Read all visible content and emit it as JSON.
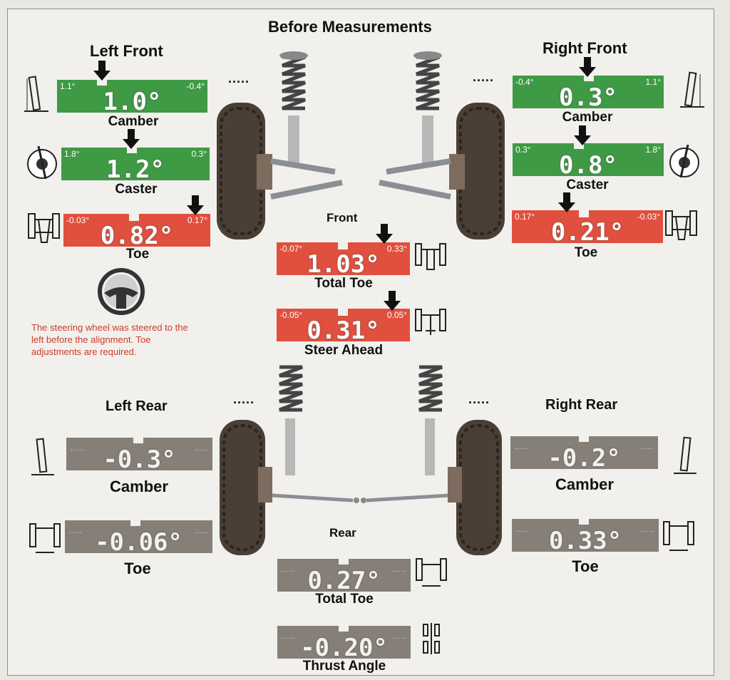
{
  "title": "Before Measurements",
  "front": {
    "label": "Front",
    "left_head": "Left Front",
    "right_head": "Right Front",
    "left": {
      "camber": {
        "label": "Camber",
        "value": "1.0°",
        "min": "1.1°",
        "max": "-0.4°",
        "status": "out"
      },
      "caster": {
        "label": "Caster",
        "value": "1.2°",
        "min": "1.8°",
        "max": "0.3°",
        "status": "in"
      },
      "toe": {
        "label": "Toe",
        "value": "0.82°",
        "min": "-0.03°",
        "max": "0.17°",
        "status": "out"
      }
    },
    "right": {
      "camber": {
        "label": "Camber",
        "value": "0.3°",
        "min": "-0.4°",
        "max": "1.1°",
        "status": "in"
      },
      "caster": {
        "label": "Caster",
        "value": "0.8°",
        "min": "0.3°",
        "max": "1.8°",
        "status": "in"
      },
      "toe": {
        "label": "Toe",
        "value": "0.21°",
        "min": "0.17°",
        "max": "-0.03°",
        "status": "out"
      }
    },
    "total_toe": {
      "label": "Total Toe",
      "value": "1.03°",
      "min": "-0.07°",
      "max": "0.33°",
      "status": "out"
    },
    "steer_ahead": {
      "label": "Steer Ahead",
      "value": "0.31°",
      "min": "-0.05°",
      "max": "0.05°",
      "status": "out"
    },
    "note": "The steering wheel was steered to the left before the alignment.  Toe adjustments are required.",
    "separator": "....."
  },
  "rear": {
    "label": "Rear",
    "left_head": "Left Rear",
    "right_head": "Right Rear",
    "left": {
      "camber": {
        "label": "Camber",
        "value": "-0.3°"
      },
      "toe": {
        "label": "Toe",
        "value": "-0.06°"
      }
    },
    "right": {
      "camber": {
        "label": "Camber",
        "value": "-0.2°"
      },
      "toe": {
        "label": "Toe",
        "value": "0.33°"
      }
    },
    "total_toe": {
      "label": "Total Toe",
      "value": "0.27°"
    },
    "thrust_angle": {
      "label": "Thrust Angle",
      "value": "-0.20°"
    },
    "separator": "....."
  },
  "colors": {
    "in_spec": "#3f9a45",
    "out_spec": "#e14f3e",
    "no_spec": "#857f77",
    "note": "#cc3b2a"
  },
  "icons": [
    "camber-icon",
    "caster-icon",
    "toe-icon",
    "steering-wheel-icon",
    "total-toe-icon",
    "steer-ahead-icon",
    "thrust-angle-icon",
    "down-arrow-icon"
  ]
}
